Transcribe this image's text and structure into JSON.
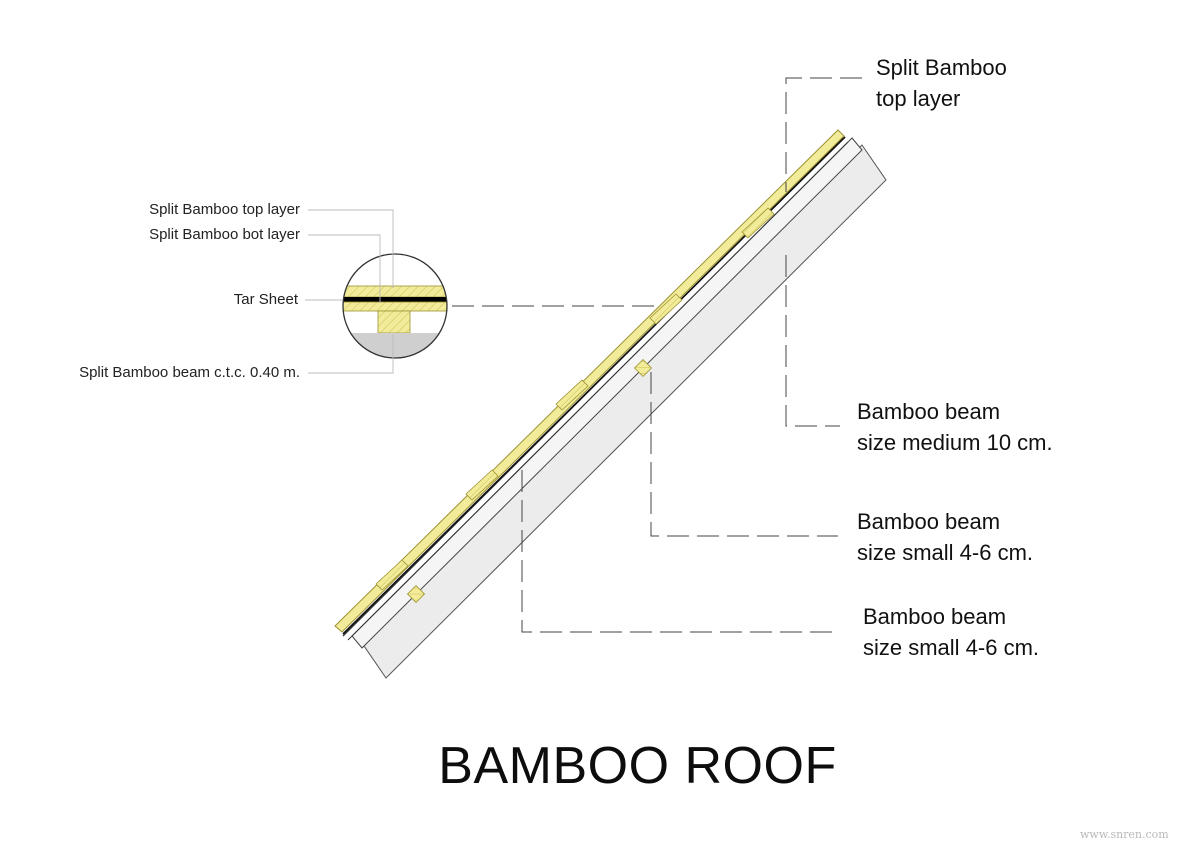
{
  "title": "BAMBOO ROOF",
  "watermark": "www.snren.com",
  "detail_labels": {
    "top_layer": "Split Bamboo top layer",
    "bot_layer": "Split Bamboo bot layer",
    "tar_sheet": "Tar Sheet",
    "beam_ctc": "Split Bamboo beam c.t.c. 0.40 m."
  },
  "callouts": {
    "top_layer": [
      "Split Bamboo",
      "top layer"
    ],
    "beam_medium": [
      "Bamboo beam",
      "size medium 10 cm."
    ],
    "beam_small_1": [
      "Bamboo beam",
      "size small 4-6 cm."
    ],
    "beam_small_2": [
      "Bamboo beam",
      "size small 4-6 cm."
    ]
  },
  "colors": {
    "bamboo_fill": "#f2ec9a",
    "bamboo_stroke": "#b8ae3c",
    "tar": "#000000",
    "beam_grey": "#e9e9e9",
    "base_grey": "#cfcfcf",
    "line": "#333333"
  }
}
